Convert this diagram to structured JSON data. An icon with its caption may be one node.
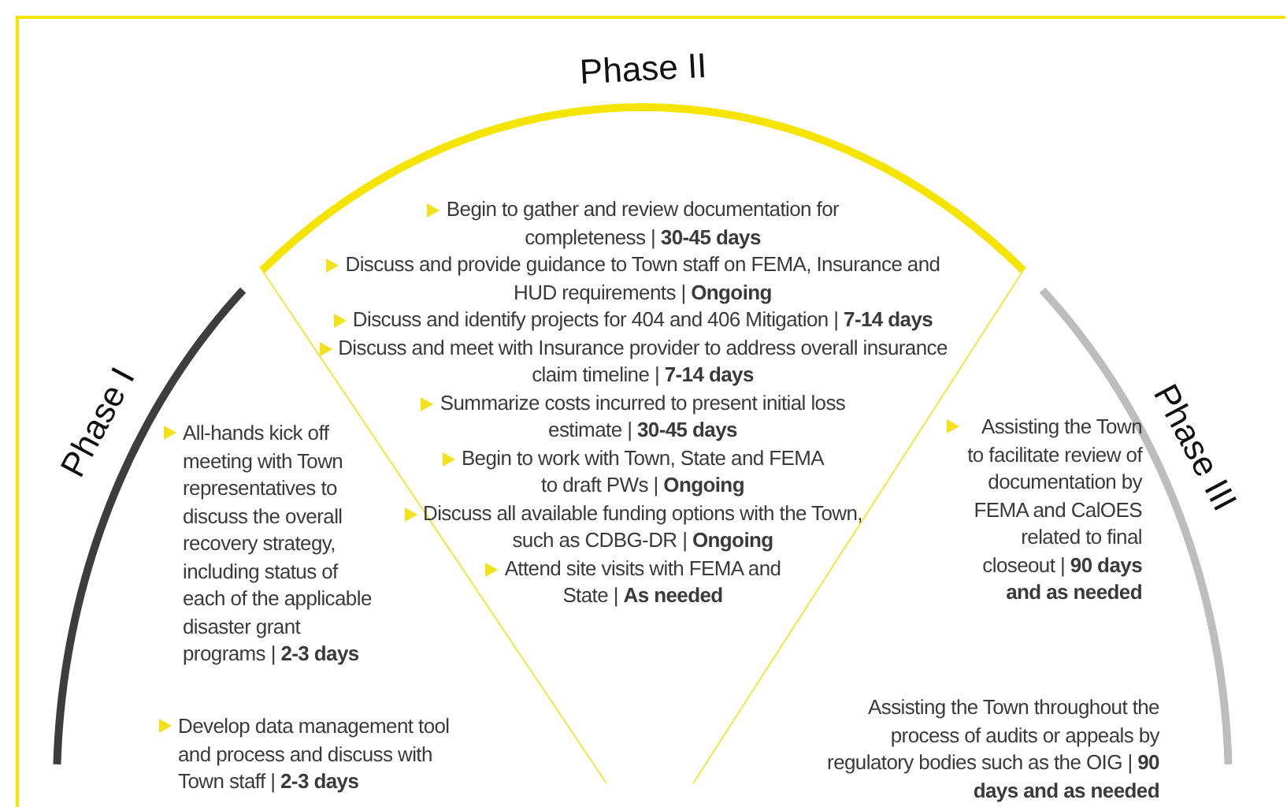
{
  "diagram": {
    "nodes": [
      {
        "text": [
          "Phase I",
          "All-hands kick off meeting with Town representatives to discuss the overall recovery strategy, including status of each of the applicable disaster grant programs | **2-3 days**",
          "Develop data management tool and process and discuss with Town staff | **2-3 days**"
        ]
      },
      {
        "text": [
          "Phase II",
          "Begin to gather and review documentation for completeness | **30-45 days**",
          "Discuss and provide guidance to Town staff on FEMA, Insurance and HUD requirements | **Ongoing**",
          "Discuss and identify projects for 404 and 406 Mitigation | **7-14 days**",
          "Discuss and meet with Insurance provider to address overall insurance claim timeline | **7-14 days**",
          "Summarize costs incurred to present initial loss estimate | **30-45 days**",
          "Begin to work with Town, State and FEMA to draft PWs | **Ongoing**",
          "Discuss all available funding options with the Town, such as CDBG-DR | **Ongoing**",
          "Attend site visits with FEMA and State | **As needed**"
        ]
      },
      {
        "text": [
          "Phase III",
          "Assisting the Town to facilitate review of documentation by FEMA and CalOES related to final closeout | **90 days and as needed**",
          "Assisting the Town throughout the process of audits or appeals by regulatory bodies such as the OIG | **90 days and as needed**"
        ]
      }
    ]
  }
}
